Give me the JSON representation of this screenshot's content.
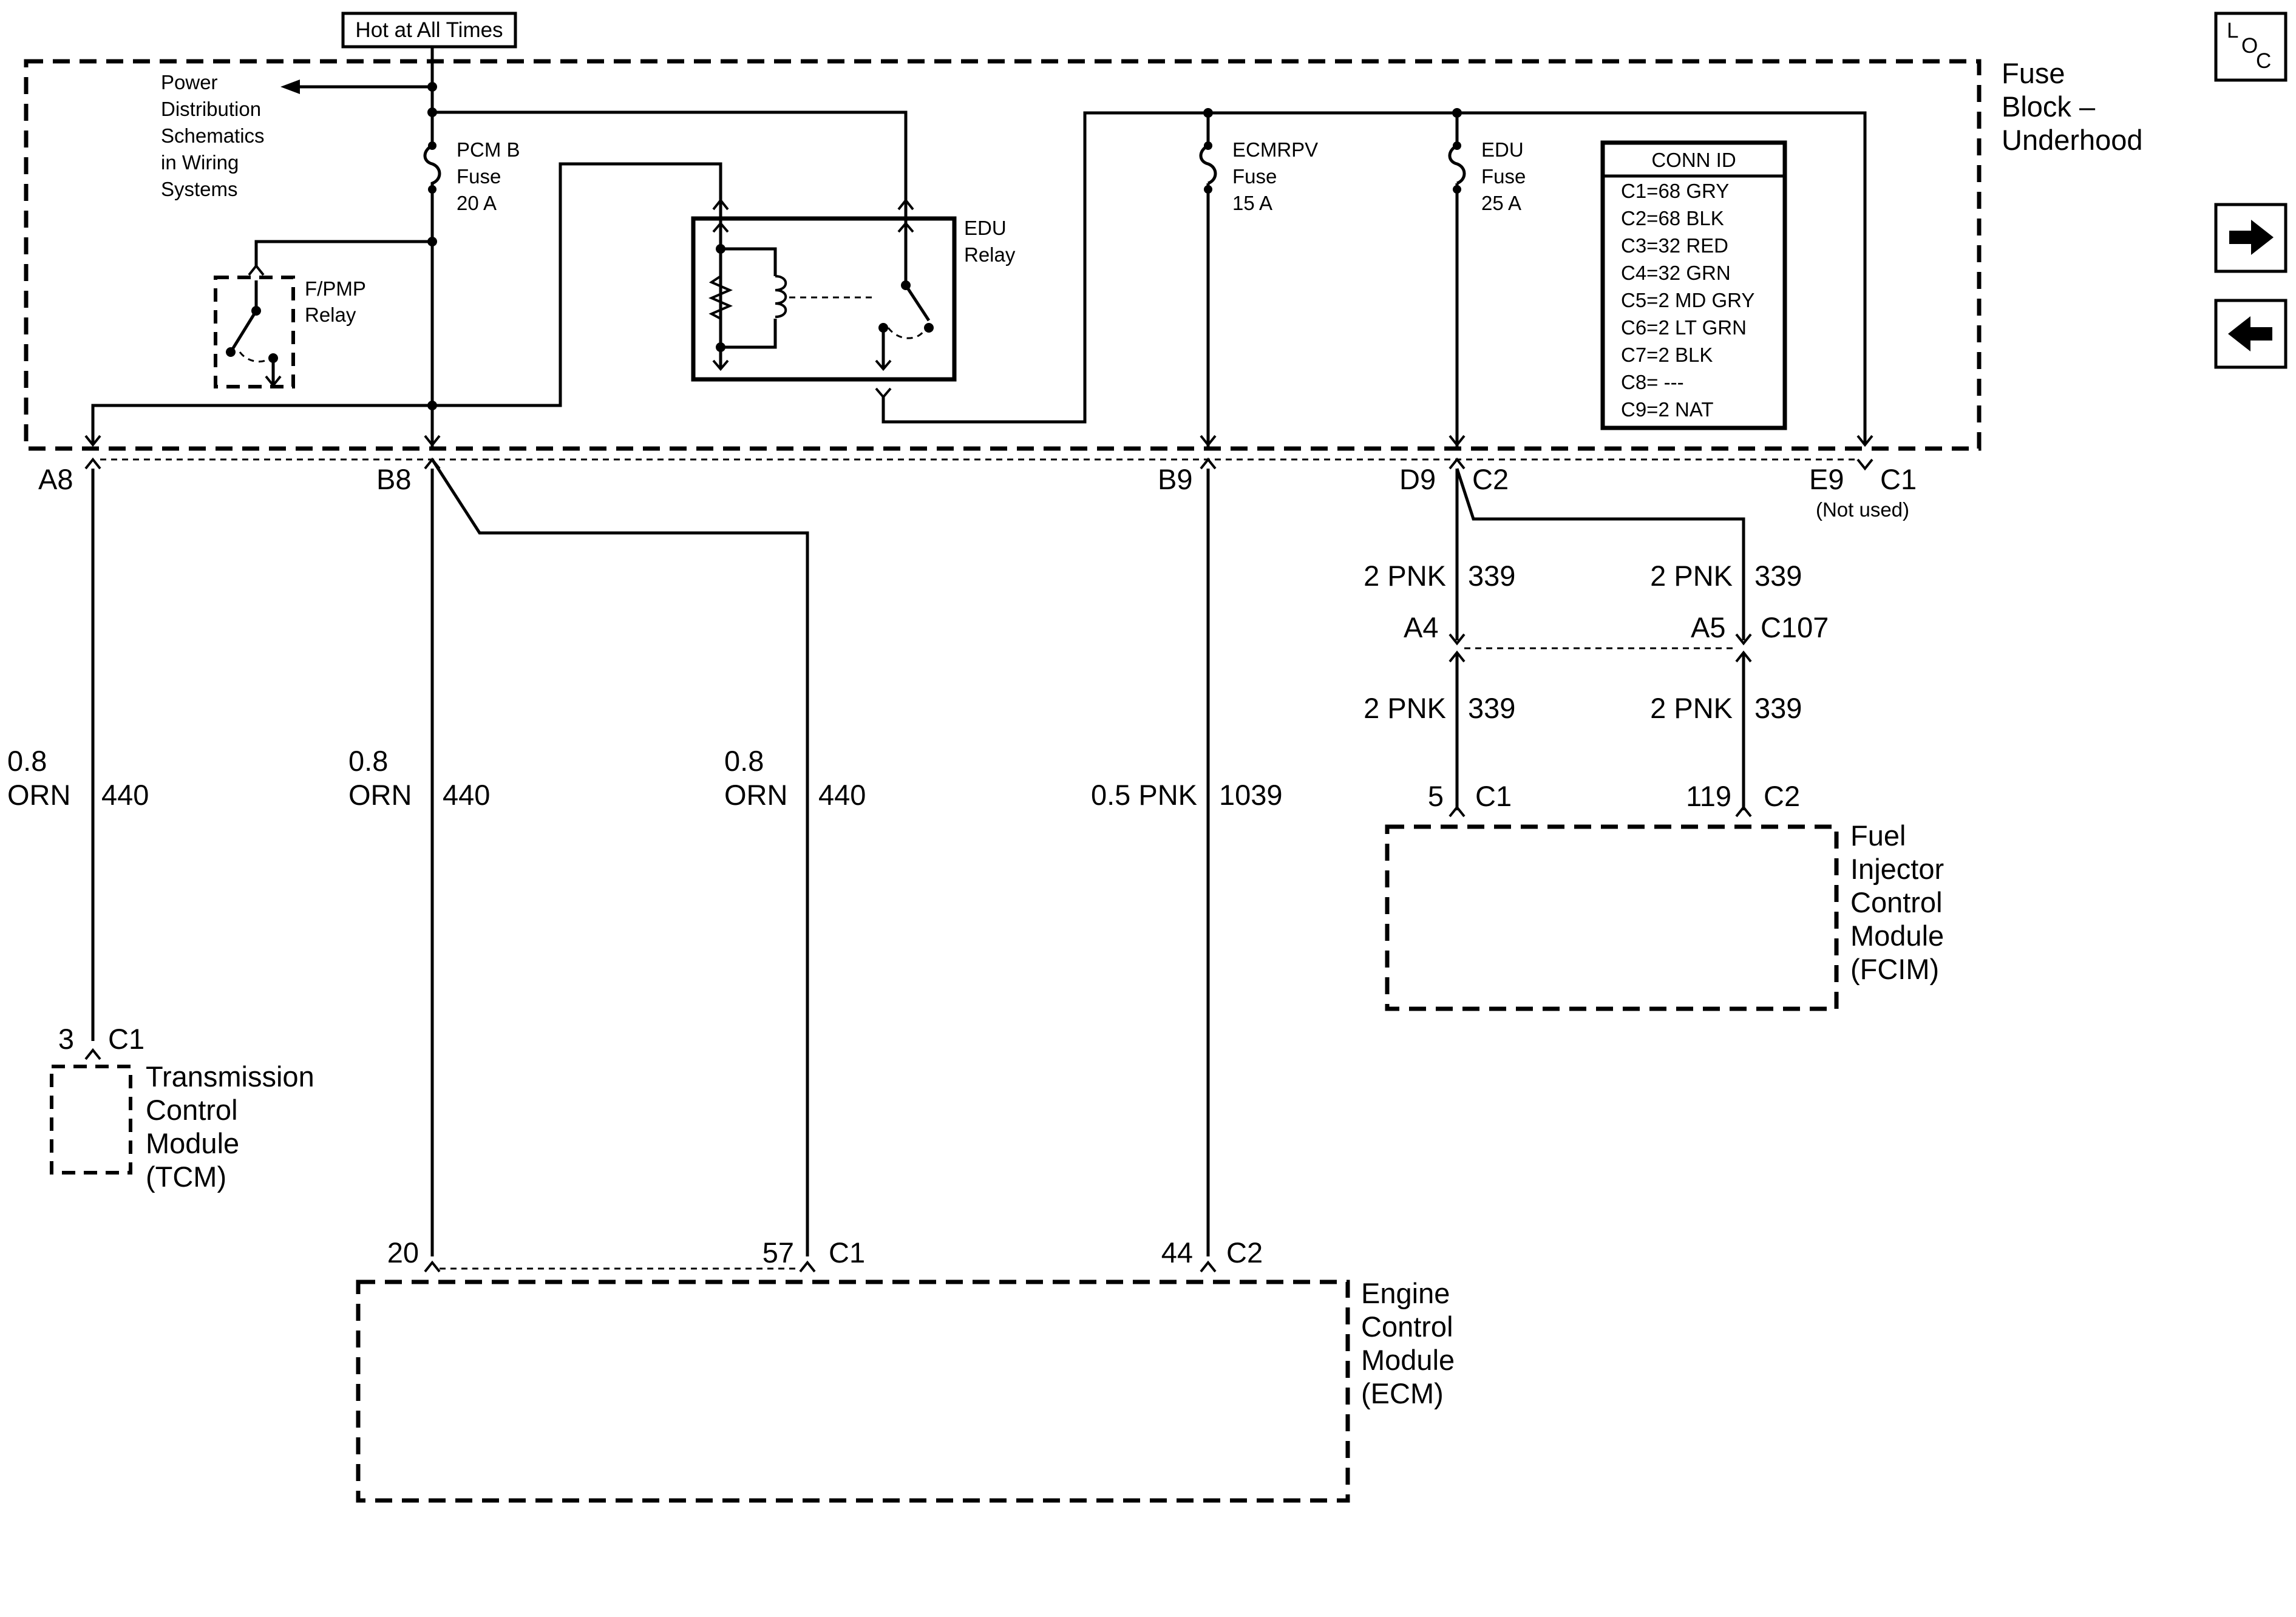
{
  "hot_label": "Hot at All Times",
  "fuse_block": {
    "line1": "Fuse",
    "line2": "Block –",
    "line3": "Underhood"
  },
  "power_dist": [
    "Power",
    "Distribution",
    "Schematics",
    "in Wiring",
    "Systems"
  ],
  "fuses": [
    {
      "name": "PCM B",
      "type": "Fuse",
      "rating": "20 A"
    },
    {
      "name": "ECMRPV",
      "type": "Fuse",
      "rating": "15 A"
    },
    {
      "name": "EDU",
      "type": "Fuse",
      "rating": "25 A"
    }
  ],
  "relays": {
    "fpmp": {
      "line1": "F/PMP",
      "line2": "Relay"
    },
    "edu": {
      "line1": "EDU",
      "line2": "Relay"
    }
  },
  "conn_id": {
    "title": "CONN ID",
    "rows": [
      "C1=68 GRY",
      "C2=68 BLK",
      "C3=32 RED",
      "C4=32 GRN",
      "C5=2 MD GRY",
      "C6=2 LT GRN",
      "C7=2 BLK",
      "C8= ---",
      "C9=2 NAT"
    ]
  },
  "pins": {
    "a8": "A8",
    "b8": "B8",
    "b9": "B9",
    "d9": "D9",
    "c2_top": "C2",
    "e9": "E9",
    "c1_top": "C1",
    "not_used": "(Not used)",
    "a4": "A4",
    "a5": "A5",
    "c107": "C107"
  },
  "wires": [
    {
      "size": "0.8",
      "color": "ORN",
      "circuit": "440"
    },
    {
      "size": "0.8",
      "color": "ORN",
      "circuit": "440"
    },
    {
      "size": "0.8",
      "color": "ORN",
      "circuit": "440"
    },
    {
      "size_color": "0.5 PNK",
      "circuit": "1039"
    },
    {
      "size_color": "2 PNK",
      "circuit": "339"
    },
    {
      "size_color": "2 PNK",
      "circuit": "339"
    },
    {
      "size_color": "2 PNK",
      "circuit": "339"
    },
    {
      "size_color": "2 PNK",
      "circuit": "339"
    }
  ],
  "module_pins": {
    "tcm": {
      "pin": "3",
      "conn": "C1"
    },
    "ecm_a": {
      "pin": "20"
    },
    "ecm_b": {
      "pin": "57",
      "conn": "C1"
    },
    "ecm_c": {
      "pin": "44",
      "conn": "C2"
    },
    "fcim_a": {
      "pin": "5",
      "conn": "C1"
    },
    "fcim_b": {
      "pin": "119",
      "conn": "C2"
    }
  },
  "modules": {
    "tcm": [
      "Transmission",
      "Control",
      "Module",
      "(TCM)"
    ],
    "ecm": [
      "Engine",
      "Control",
      "Module",
      "(ECM)"
    ],
    "fcim": [
      "Fuel",
      "Injector",
      "Control",
      "Module",
      "(FCIM)"
    ]
  },
  "nav": {
    "loc_l": "L",
    "loc_o": "O",
    "loc_c": "C",
    "next_icon": "arrow-right-icon",
    "prev_icon": "arrow-left-icon"
  }
}
